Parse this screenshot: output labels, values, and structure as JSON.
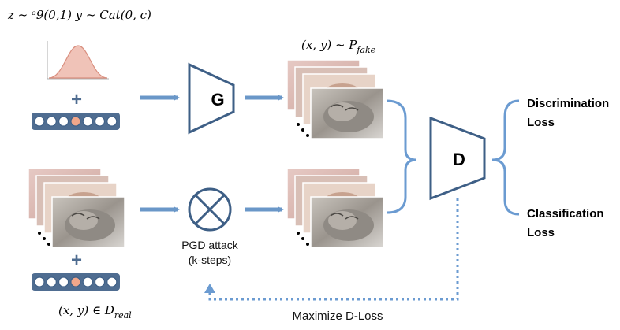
{
  "formula_top": "z ~ ᵊ9(0,1)   y ~ Cat(0, c)",
  "fake_label_main": "(x, y) ~ P",
  "fake_label_sub": "fake",
  "real_label_main": "(x, y) ∈ D",
  "real_label_sub": "real",
  "generator_label": "G",
  "discriminator_label": "D",
  "attack_label_line1": "PGD attack",
  "attack_label_line2": "(k-steps)",
  "loss1_line1": "Discrimination",
  "loss1_line2": "Loss",
  "loss2_line1": "Classification",
  "loss2_line2": "Loss",
  "feedback_label": "Maximize D-Loss",
  "plus_symbol": "+",
  "onehot_cells": 7,
  "onehot_active_index": 3,
  "colors": {
    "arrow_blue": "#6a97c8",
    "shape_stroke": "#3e5f86",
    "bracket_blue": "#6b9bd1",
    "gaussian_fill": "#f0c3b8",
    "gaussian_stroke": "#d98f7f",
    "onehot_bar": "#4f6d91",
    "onehot_active": "#f2a78a",
    "dotted_blue": "#6b9bd1"
  }
}
